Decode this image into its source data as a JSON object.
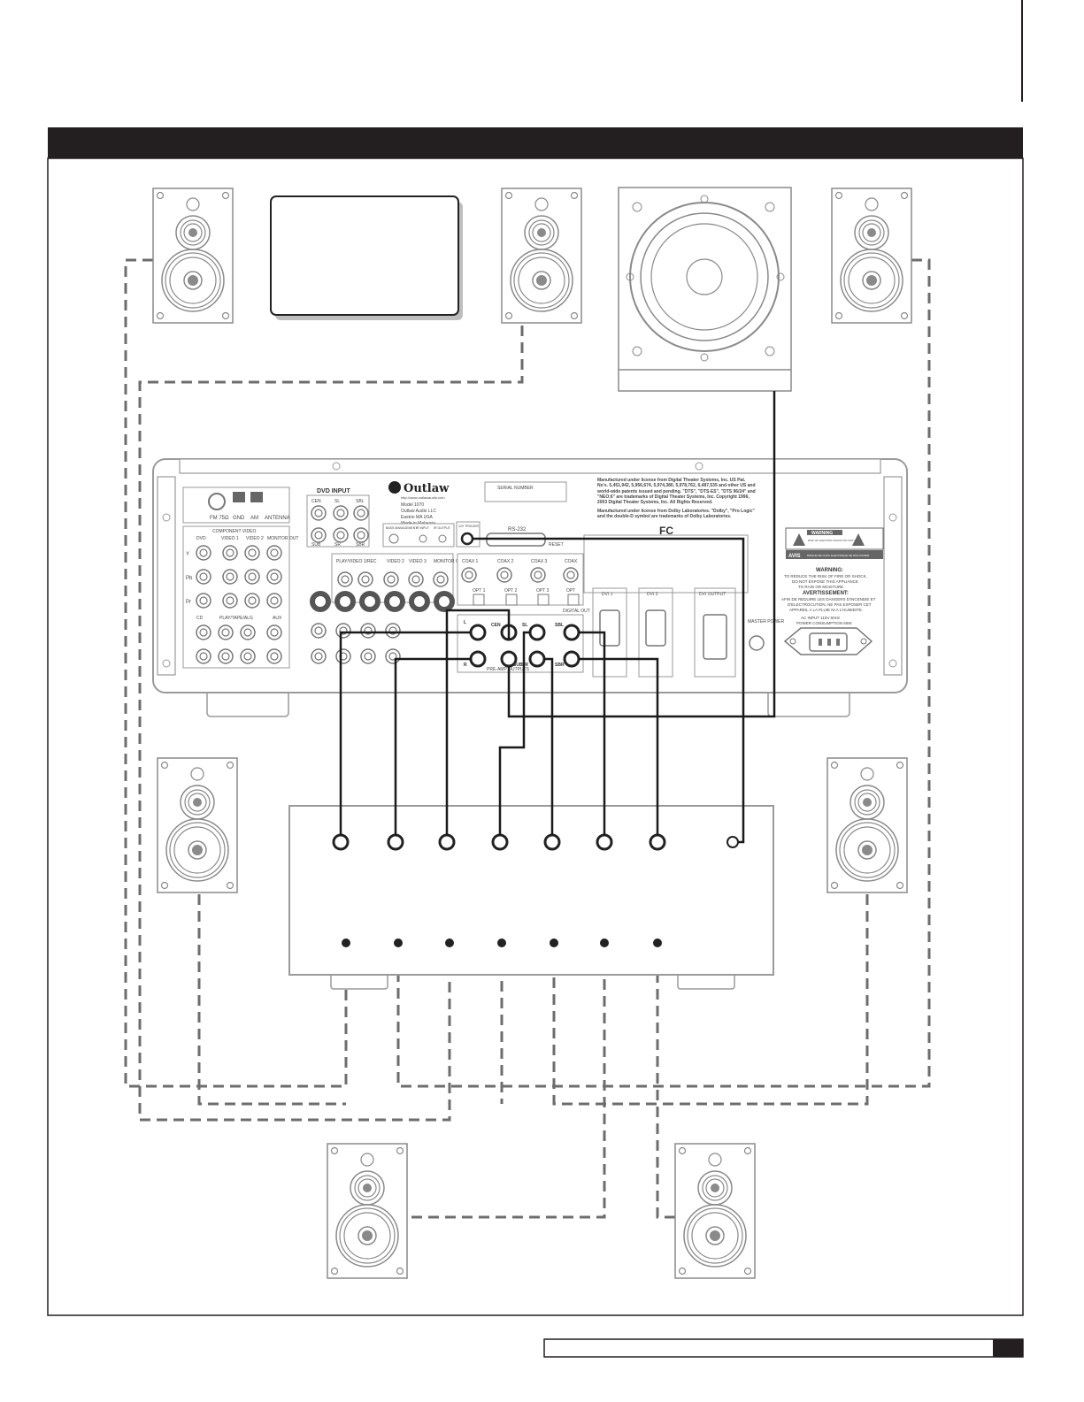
{
  "colors": {
    "header_bar": "#231f20",
    "line_gray": "#9a9a9a",
    "dash": "#6d6d6d",
    "cable": "#1a1a1a"
  },
  "receiver": {
    "brand": "Outlaw",
    "brand_url": "http://www.outlawaudio.com",
    "model_lines": [
      "Model 1070",
      "Outlaw Audio LLC",
      "Easton MA USA",
      "Made in Malaysia"
    ],
    "serial_label": "SERIAL NUMBER",
    "dvd_input": "DVD INPUT",
    "component_video": "COMPONENT VIDEO",
    "antenna_labels": [
      "FM 75Ω",
      "GND",
      "AM",
      "ANTENNA"
    ],
    "comp_cols": [
      "DVD",
      "VIDEO 1",
      "VIDEO 2",
      "MONITOR OUT"
    ],
    "comp_rows": [
      "Y",
      "Pb",
      "Pr"
    ],
    "audio_cols": [
      "CD",
      "PLAY/TAPE/ALG",
      "AUX"
    ],
    "dvd_jacks": [
      "CEN",
      "SL",
      "SBL",
      "SUB",
      "SR",
      "SBR"
    ],
    "video_cols": [
      "PLAY/VIDEO 1/REC",
      "VIDEO 2",
      "VIDEO 3",
      "MONITOR OUT"
    ],
    "coax": [
      "COAX 1",
      "COAX 2",
      "COAX 3",
      "COAX"
    ],
    "opt": [
      "OPT 1",
      "OPT 2",
      "OPT 3",
      "OPT"
    ],
    "digital_out": "DIGITAL OUT",
    "preouts_title": "PRE-AMP OUTPUTS",
    "preout_jacks": [
      "L",
      "CEN",
      "SL",
      "SBL",
      "R",
      "SUB",
      "SR",
      "SBR"
    ],
    "trigger": "12V TRIGGER",
    "rs232": "RS-232",
    "reset": "RESET",
    "ir_labels": [
      "BASS MANAGEMENT",
      "IR INPUT",
      "IR OUTPUT"
    ],
    "dvi": [
      "DVI 1",
      "DVI 2",
      "DVI OUTPUT"
    ],
    "master_power": "MASTER POWER",
    "license_dts": "Manufactured under license from Digital Theater Systems, Inc. US Pat. No's. 5,451,942, 5,956,674, 5,974,380, 5,978,762, 6,487,535 and other US and world-wide patents issued and pending. \"DTS\", \"DTS-ES\", \"DTS 96/24\" and \"NEO:6\" are trademarks of Digital Theater Systems, Inc. Copyright 1996, 2003 Digital Theater Systems, Inc. All Rights Reserved.",
    "license_dolby": "Manufactured under license from Dolby Laboratories. \"Dolby\", \"Pro Logic\" and the double-D symbol are trademarks of Dolby Laboratories.",
    "fcc": "FC",
    "warning_title": "WARNING",
    "warning_sub": "RISK OF ELECTRIC SHOCK DO NOT OPEN",
    "avis": "AVIS",
    "avis_sub": "RISQUE DE CHOC ELECTRIQUE NE PAS OUVRIR",
    "warning2_title": "WARNING:",
    "warning2_lines": [
      "TO REDUCE THE RISK OF FIRE OR SHOCK,",
      "DO NOT EXPOSE THIS APPLIANCE",
      "TO RAIN OR MOISTURE."
    ],
    "avert_title": "AVERTISSEMENT:",
    "avert_lines": [
      "AFIN DE REDUIRE LES DANGERS D'INCENDIE ET",
      "D'ELECTROCUTION, NE PAS EXPOSER CET",
      "APPAREIL A LA PLUIE NI A L'HUMIDITE."
    ],
    "power_lines": [
      "AC INPUT 115V 60Hz",
      "POWER CONSUMPTION 65W"
    ]
  }
}
